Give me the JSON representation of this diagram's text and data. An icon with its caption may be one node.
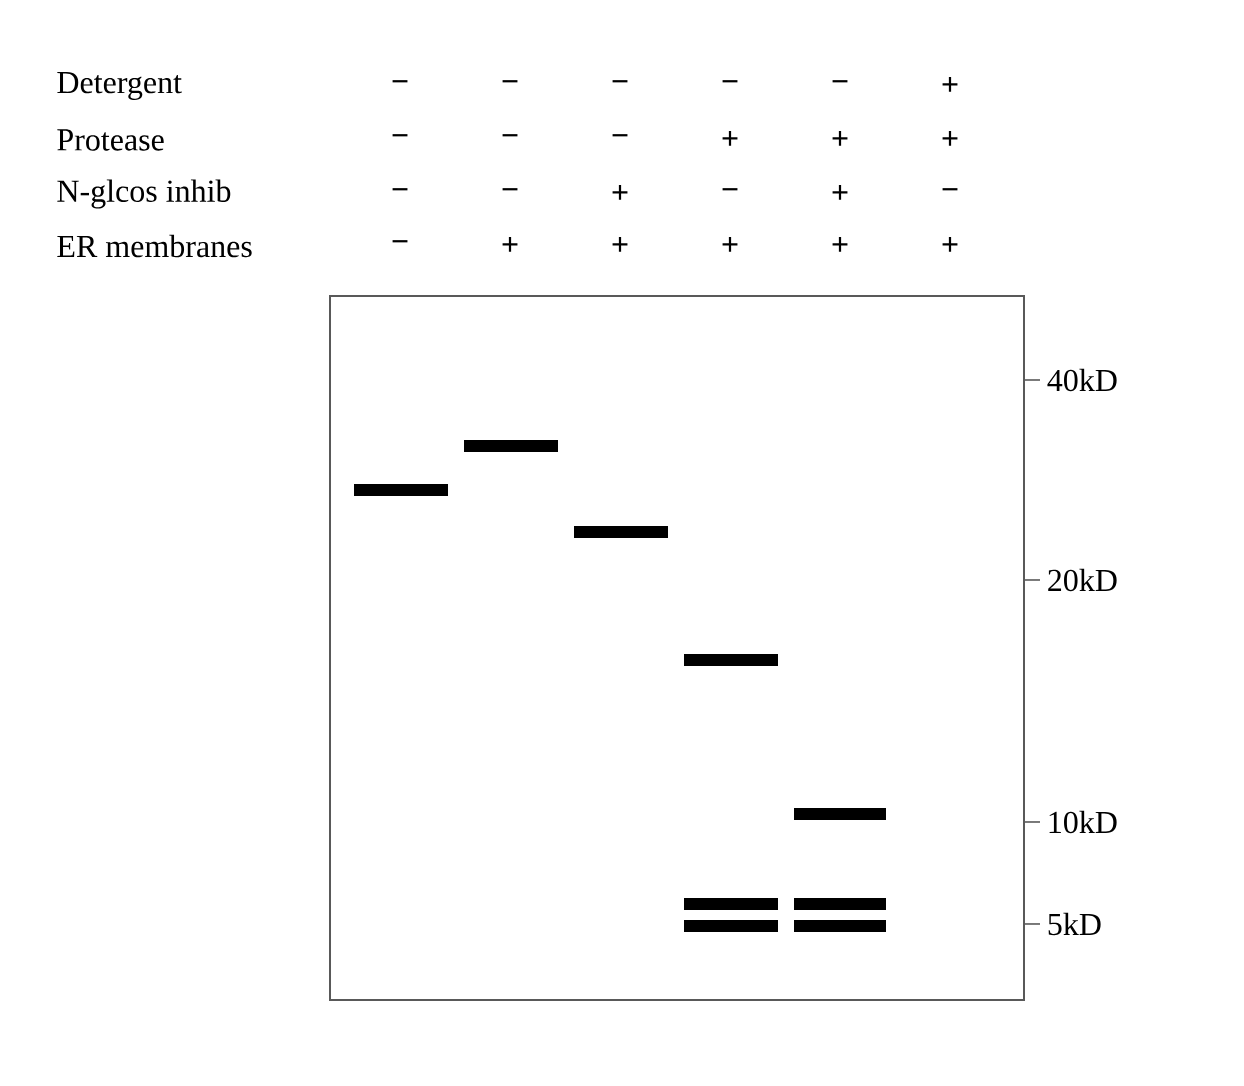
{
  "diagram": {
    "labels": [
      "Detergent",
      "−",
      "−",
      "−",
      "−",
      "−",
      "+",
      "Protease",
      "−",
      "−",
      "−",
      "+",
      "+",
      "+",
      "N-glcos inhib",
      "−",
      "−",
      "+",
      "−",
      "+",
      "−",
      "ER membranes",
      "−",
      "+",
      "+",
      "+",
      "+",
      "+",
      "40kD",
      "20kD",
      "10kD",
      "5kD"
    ]
  }
}
